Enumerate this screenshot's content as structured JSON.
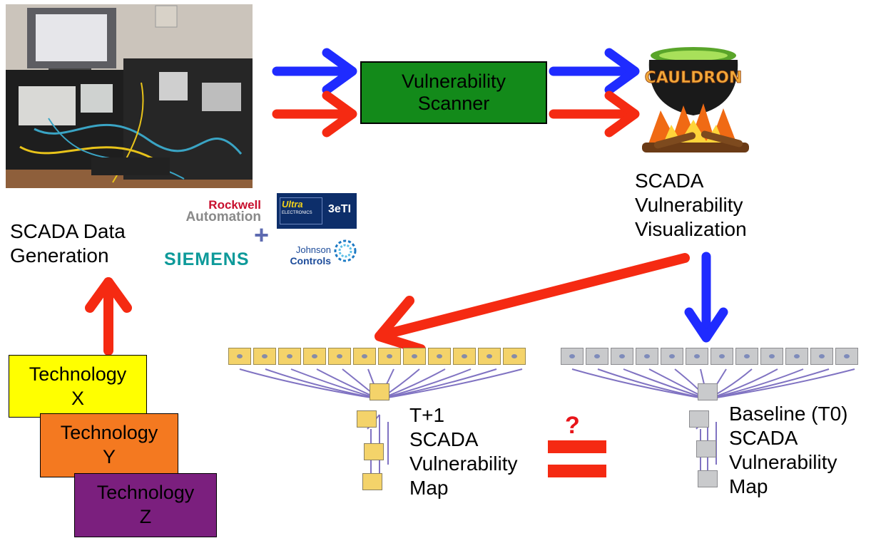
{
  "scanner": {
    "label": "Vulnerability Scanner"
  },
  "cauldron": {
    "logo_text": "CAULDRON",
    "caption": [
      "SCADA",
      "Vulnerability",
      "Visualization"
    ]
  },
  "data_generation": {
    "caption": [
      "SCADA Data",
      "Generation"
    ]
  },
  "vendors": {
    "rockwell": [
      "Rockwell",
      "Automation"
    ],
    "plus": "+",
    "siemens": "SIEMENS",
    "ultra": [
      "Ultra",
      "ELECTRONICS"
    ],
    "three_eti": "3eTI",
    "johnson": [
      "Johnson",
      "Controls"
    ]
  },
  "technologies": [
    {
      "name": "Technology",
      "letter": "X",
      "color": "#ffff00"
    },
    {
      "name": "Technology",
      "letter": "Y",
      "color": "#f47920"
    },
    {
      "name": "Technology",
      "letter": "Z",
      "color": "#7b1f7e"
    }
  ],
  "maps": {
    "t_plus_1": [
      "T+1",
      "SCADA",
      "Vulnerability",
      "Map"
    ],
    "baseline": [
      "Baseline (T0)",
      "SCADA",
      "Vulnerability",
      "Map"
    ]
  },
  "comparison": {
    "question_mark": "?"
  },
  "colors": {
    "red_arrow": "#f52a12",
    "blue_arrow": "#1f2bff",
    "scanner_green": "#138a1a",
    "map_yellow": "#f4d36a",
    "map_gray": "#c9cacc"
  }
}
